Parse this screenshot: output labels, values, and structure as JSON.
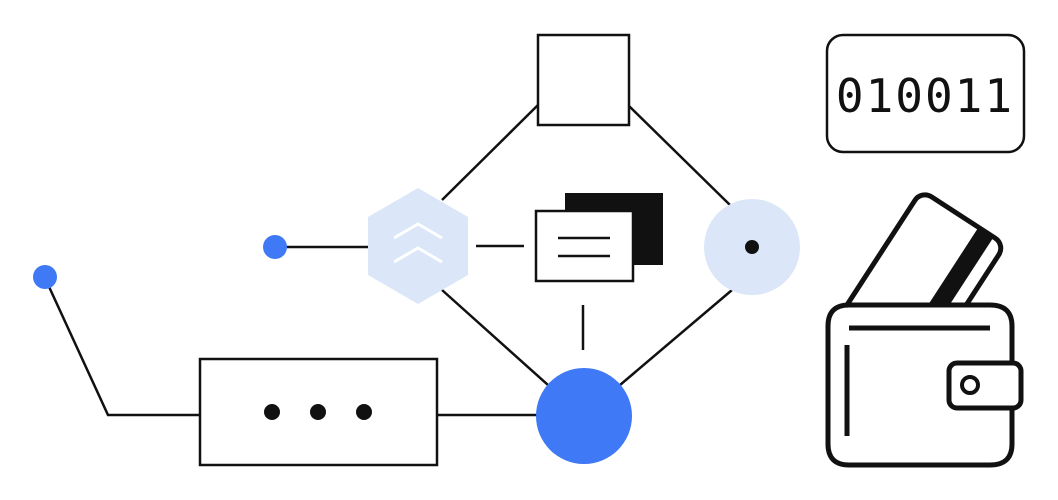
{
  "colors": {
    "stroke": "#111111",
    "accent_blue": "#4079f5",
    "light_blue": "#dbe7f8",
    "background": "#ffffff"
  },
  "binary_card": {
    "text": "010011"
  },
  "icons": {
    "top_node": "square-node",
    "hexagon_node": "chevrons-up-hexagon-icon",
    "document_node": "document-stack-icon",
    "right_node": "light-blue-dot-circle",
    "bottom_node": "blue-filled-circle",
    "ellipsis_box": "ellipsis-box",
    "wallet": "wallet-with-card-icon"
  }
}
